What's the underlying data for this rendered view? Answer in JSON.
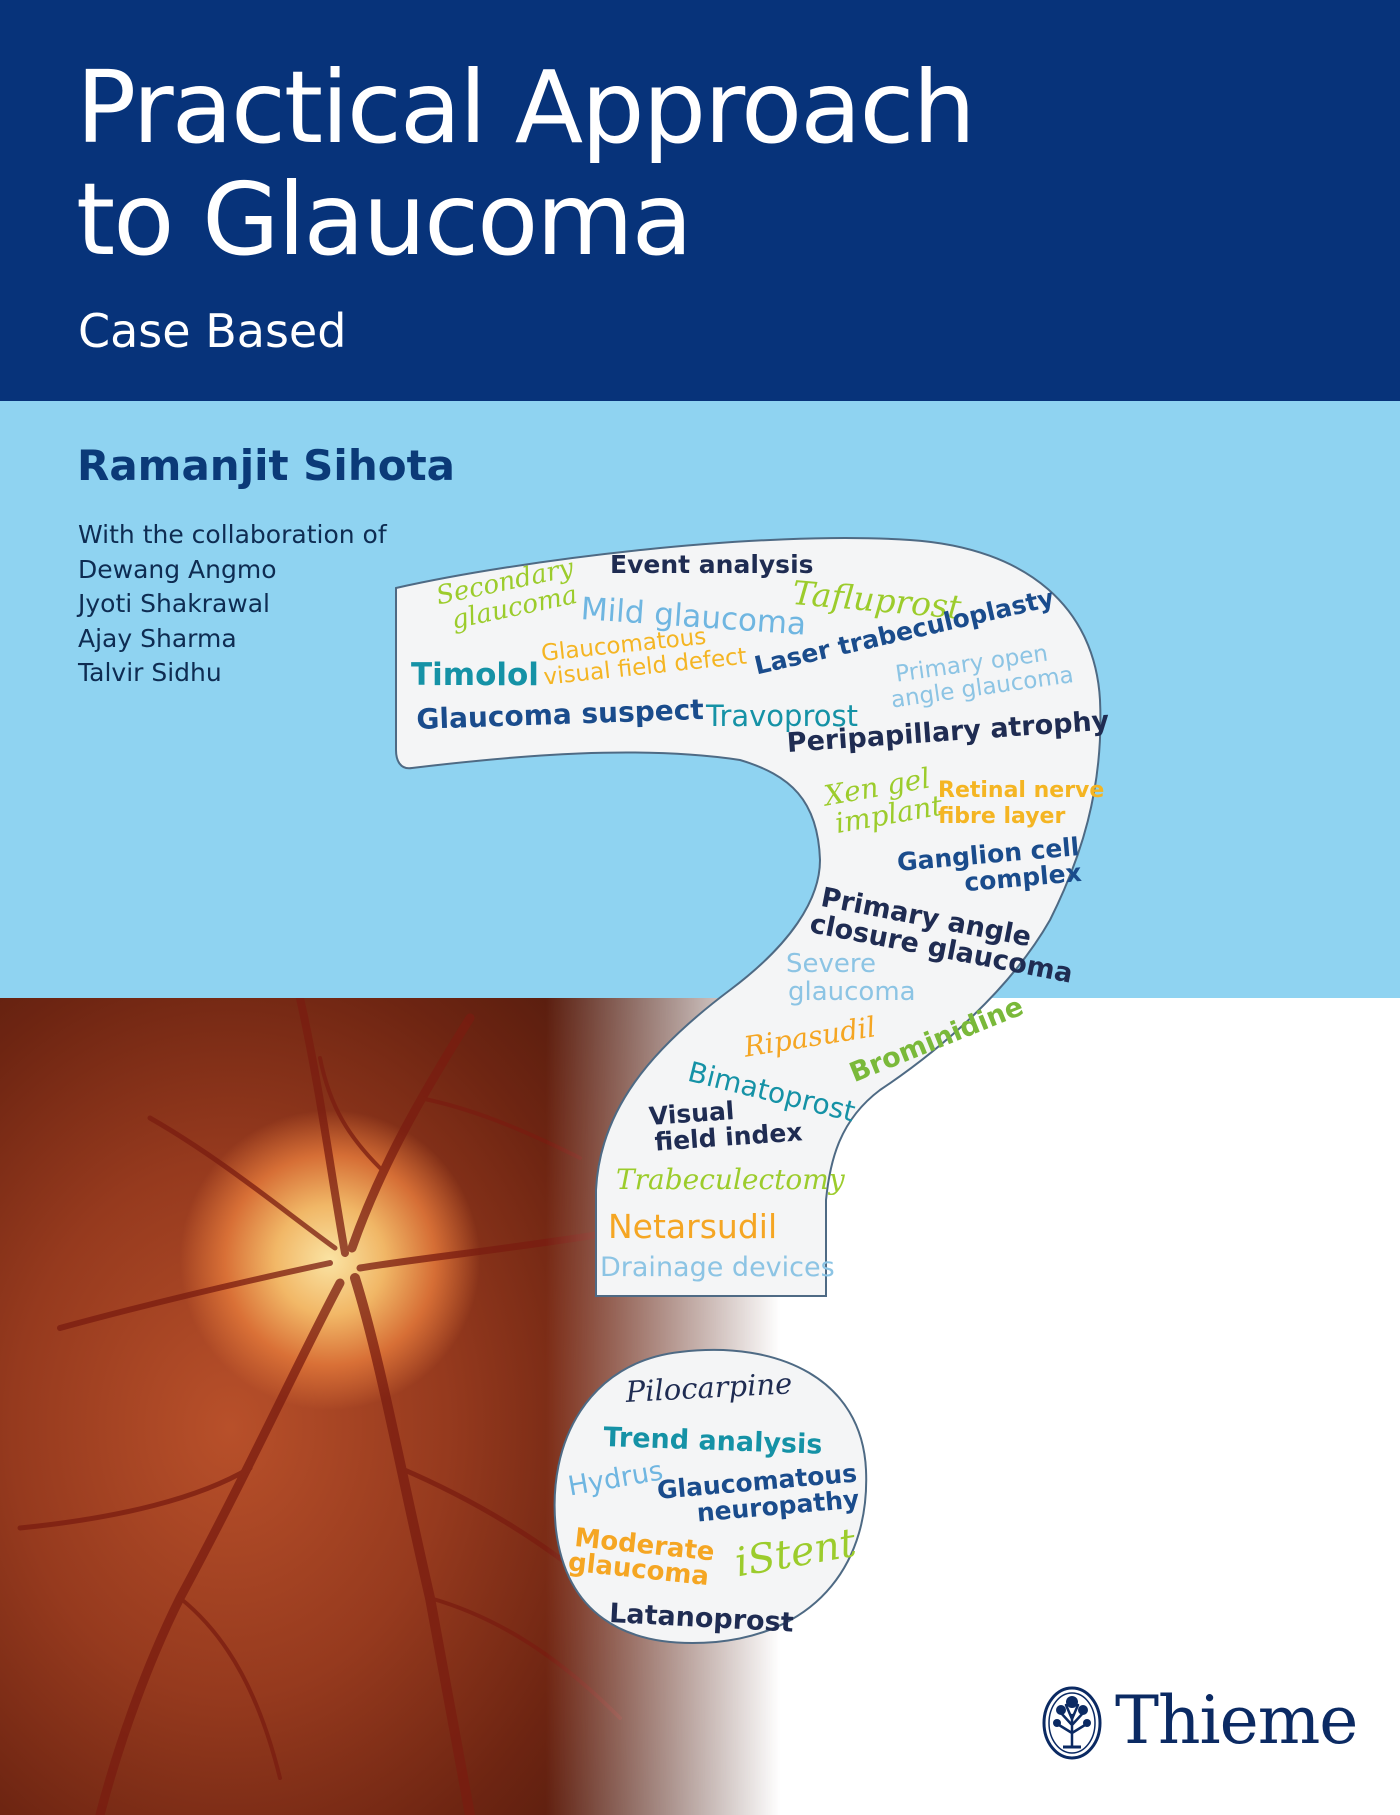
{
  "book": {
    "title_line1": "Practical Approach",
    "title_line2": "to Glaucoma",
    "subtitle": "Case Based",
    "author": "Ramanjit Sihota",
    "collaboration_label": "With the collaboration of",
    "collaborators": [
      "Dewang Angmo",
      "Jyoti Shakrawal",
      "Ajay Sharma",
      "Talvir Sidhu"
    ]
  },
  "word_cloud": {
    "secondary_glaucoma_1": "Secondary",
    "secondary_glaucoma_2": "glaucoma",
    "event_analysis": "Event analysis",
    "mild_glaucoma": "Mild glaucoma",
    "tafluprost": "Tafluprost",
    "timolol": "Timolol",
    "glaucomatous_vfd_1": "Glaucomatous",
    "glaucomatous_vfd_2": "visual field defect",
    "laser_trabeculoplasty": "Laser trabeculoplasty",
    "primary_open_1": "Primary open",
    "primary_open_2": "angle glaucoma",
    "glaucoma_suspect": "Glaucoma suspect",
    "travoprost": "Travoprost",
    "peripapillary_atrophy": "Peripapillary atrophy",
    "xen_1": "Xen gel",
    "xen_2": "implant",
    "rnfl_1": "Retinal nerve",
    "rnfl_2": "fibre layer",
    "gcc_1": "Ganglion cell",
    "gcc_2": "complex",
    "pacg_1": "Primary angle",
    "pacg_2": "closure glaucoma",
    "severe_1": "Severe",
    "severe_2": "glaucoma",
    "ripasudil": "Ripasudil",
    "brominidine": "Brominidine",
    "bimatoprost": "Bimatoprost",
    "vfi_1": "Visual",
    "vfi_2": "field index",
    "trabeculectomy": "Trabeculectomy",
    "netarsudil": "Netarsudil",
    "drainage_devices": "Drainage devices",
    "pilocarpine": "Pilocarpine",
    "trend_analysis": "Trend analysis",
    "hydrus": "Hydrus",
    "gon_1": "Glaucomatous",
    "gon_2": "neuropathy",
    "moderate_1": "Moderate",
    "moderate_2": "glaucoma",
    "istent": "iStent",
    "latanoprost": "Latanoprost"
  },
  "publisher": {
    "name": "Thieme",
    "logo_icon": "tree-seal-icon"
  },
  "colors": {
    "navy_band": "#07337a",
    "light_blue_band": "#8fd3f1",
    "author_blue": "#0b3a78",
    "bubble_fill": "#f4f5f6"
  }
}
